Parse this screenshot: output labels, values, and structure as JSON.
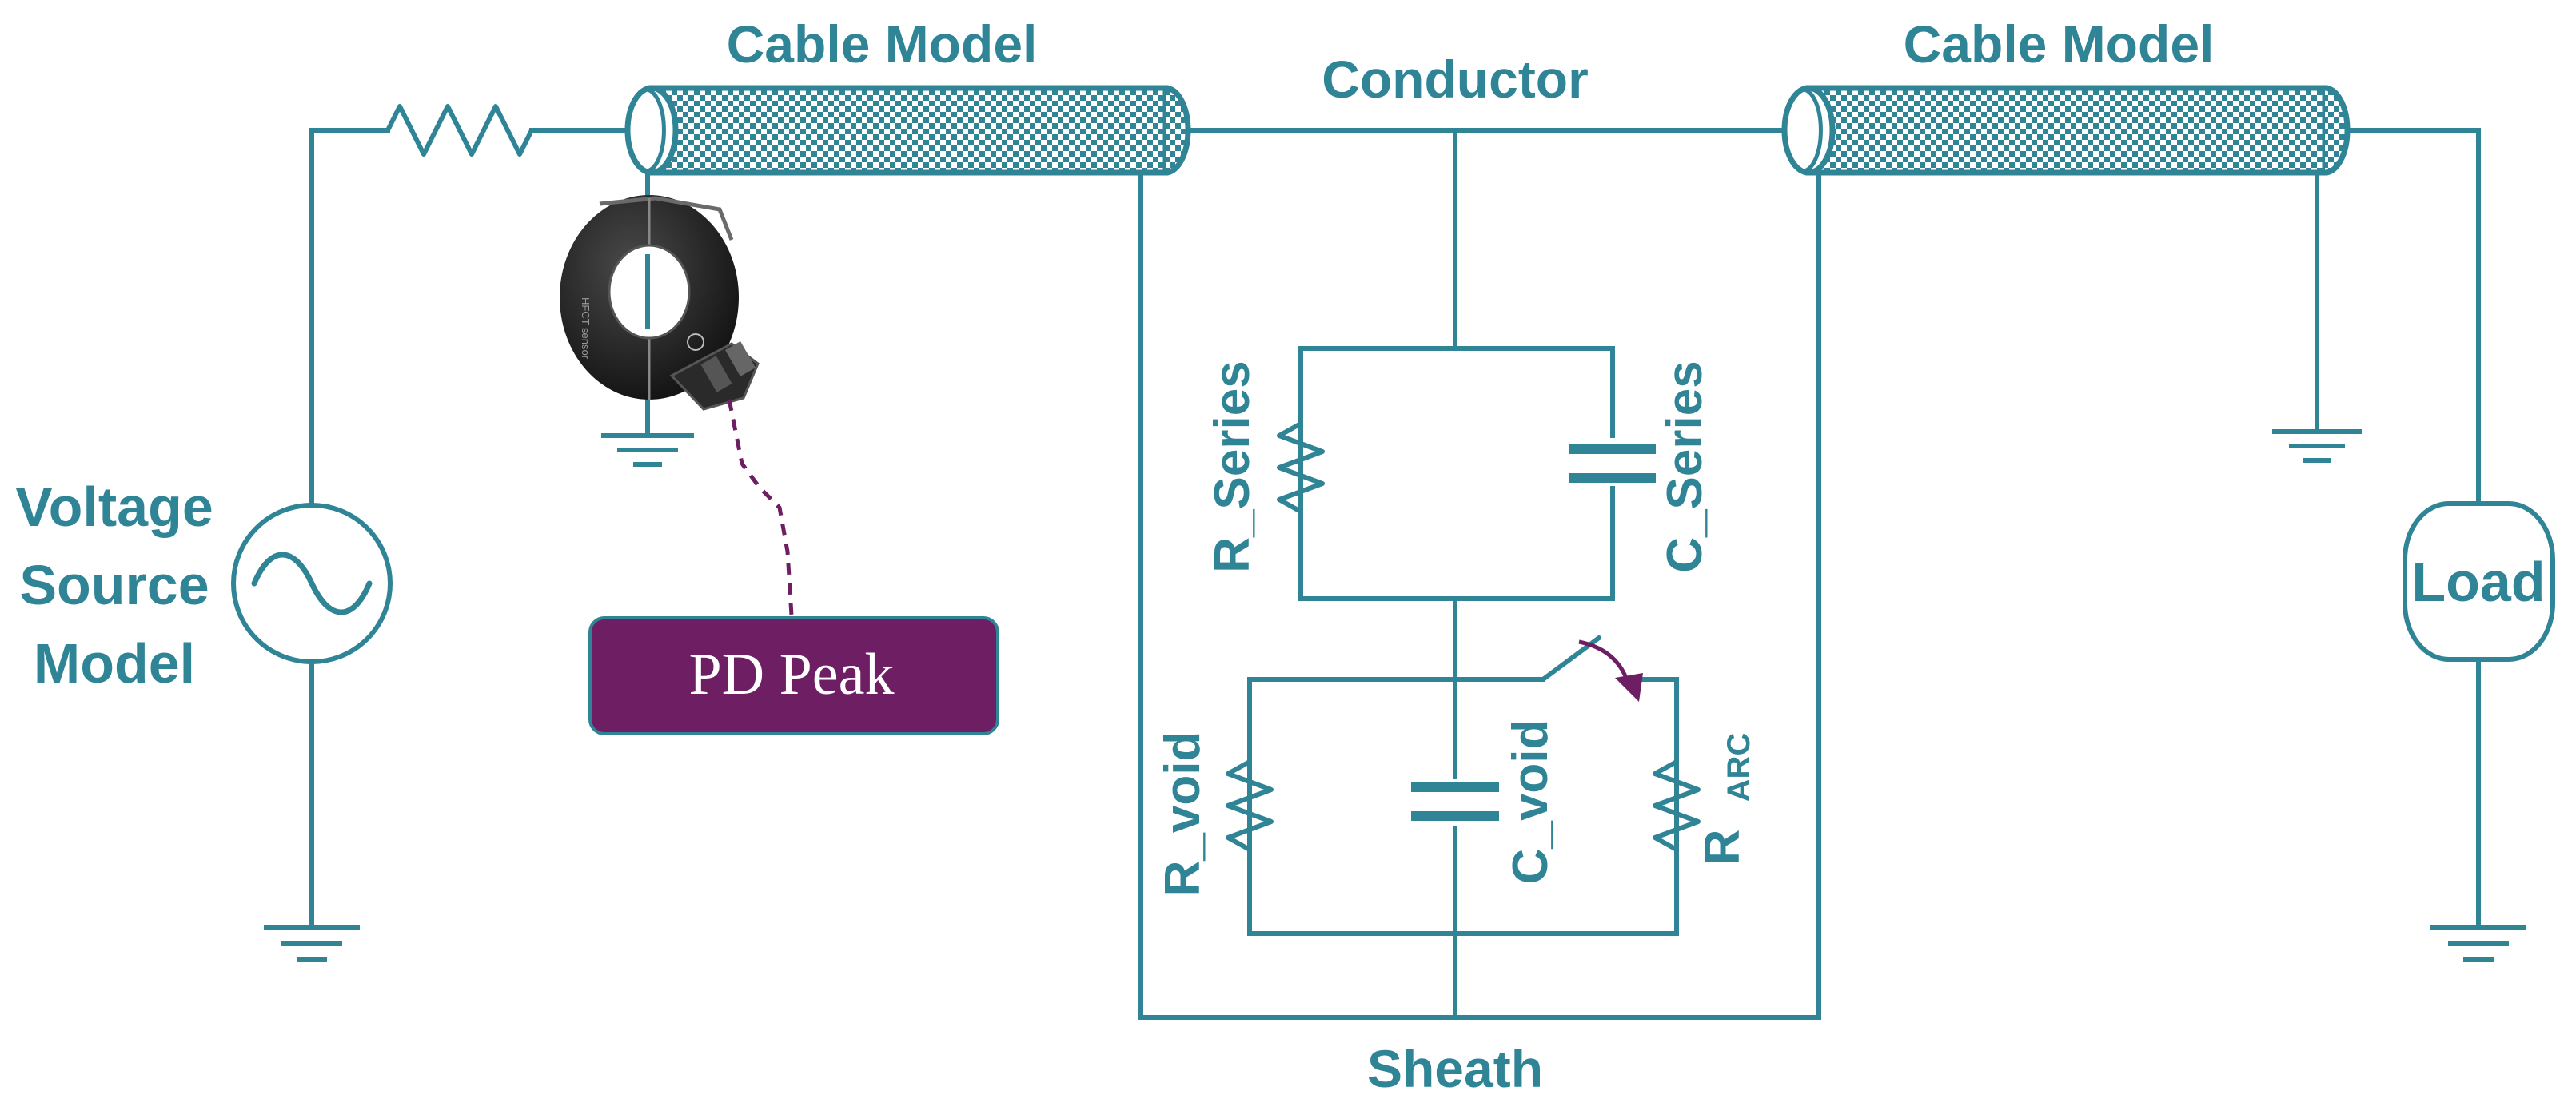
{
  "labels": {
    "cable_left": "Cable Model",
    "cable_right": "Cable Model",
    "conductor": "Conductor",
    "sheath": "Sheath",
    "voltage_source": [
      "Voltage",
      "Source",
      "Model"
    ],
    "load": "Load",
    "pd_peak": "PD Peak",
    "r_series": "R_Series",
    "c_series": "C_Series",
    "r_void": "R_void",
    "c_void": "C_void",
    "r_arc_main": "R",
    "r_arc_sub": "ARC"
  },
  "colors": {
    "wire": "#2f8496",
    "pd_box": "#6e1f63",
    "sensor": "#1a1a1a"
  },
  "icons": {
    "source": "ac-source-icon",
    "ground": "ground-icon",
    "sensor": "current-sensor-icon",
    "switch": "switch-icon"
  }
}
